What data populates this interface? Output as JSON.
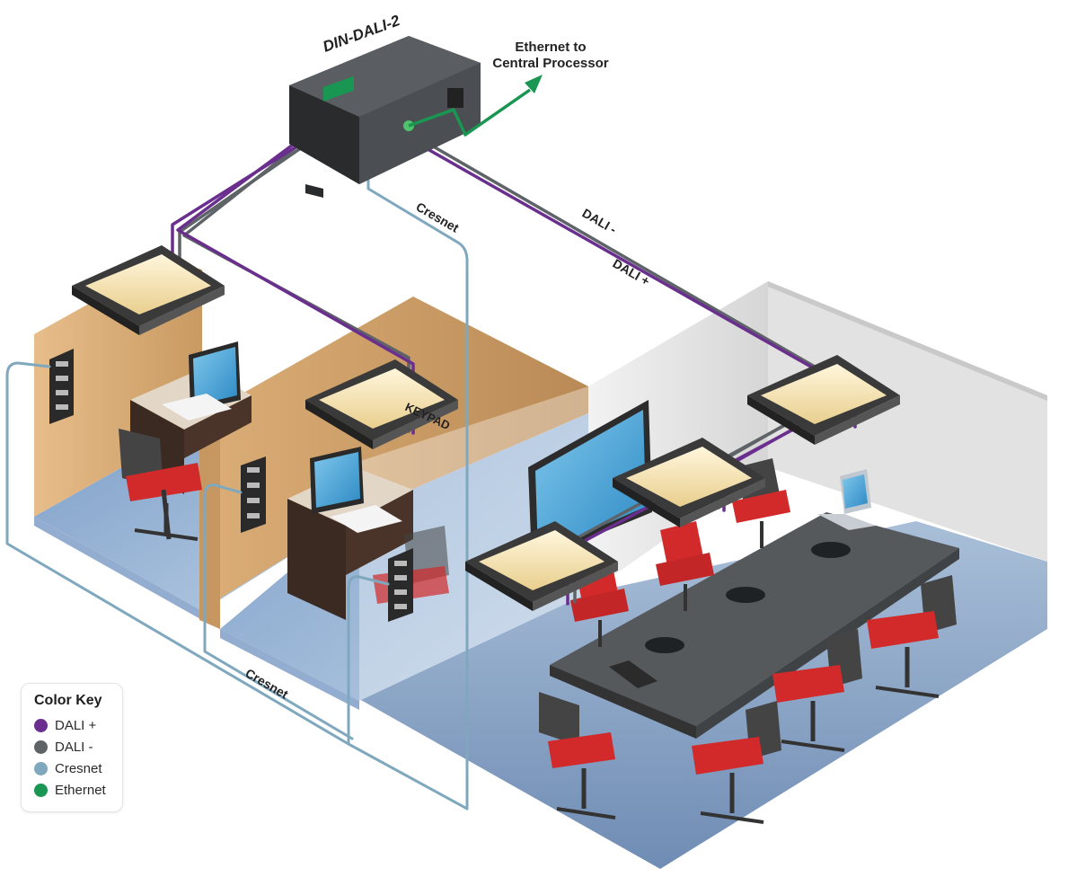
{
  "device": {
    "name": "DIN-DALI-2"
  },
  "labels": {
    "ethernet_line1": "Ethernet to",
    "ethernet_line2": "Central Processor",
    "cresnet_top": "Cresnet",
    "cresnet_bottom": "Cresnet",
    "dali_minus": "DALI -",
    "dali_plus": "DALI +",
    "keypad": "KEYPAD"
  },
  "colors": {
    "dali_plus": "#6a2f8e",
    "dali_minus": "#5e6367",
    "cresnet": "#7fa8bf",
    "ethernet": "#1a9653"
  },
  "color_key": {
    "title": "Color Key",
    "items": [
      {
        "label": "DALI +",
        "color": "#6a2f8e"
      },
      {
        "label": "DALI -",
        "color": "#5e6367"
      },
      {
        "label": "Cresnet",
        "color": "#7fa8bf"
      },
      {
        "label": "Ethernet",
        "color": "#1a9653"
      }
    ]
  }
}
